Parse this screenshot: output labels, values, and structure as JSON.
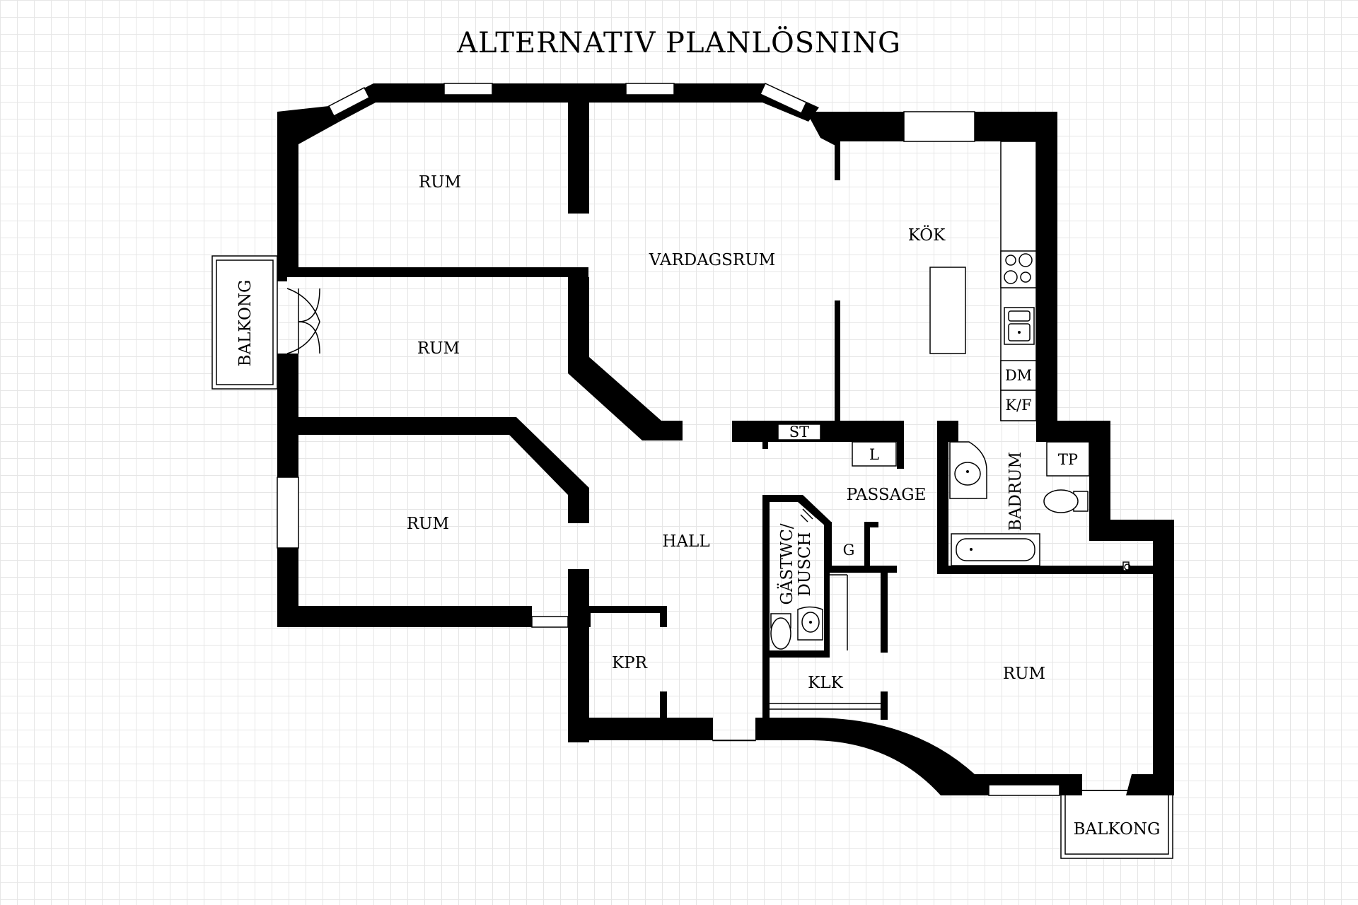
{
  "title": "ALTERNATIV PLANLÖSNING",
  "rooms": {
    "rum_top_left": "RUM",
    "rum_middle_left": "RUM",
    "rum_bottom_left": "RUM",
    "vardagsrum": "VARDAGSRUM",
    "kok": "KÖK",
    "hall": "HALL",
    "passage": "PASSAGE",
    "badrum": "BADRUM",
    "gastwc_line1": "GÄSTWC/",
    "gastwc_line2": "DUSCH",
    "kpr": "KPR",
    "klk": "KLK",
    "rum_bottom_right": "RUM",
    "balkong_left": "BALKONG",
    "balkong_bottom": "BALKONG"
  },
  "fixtures": {
    "dm": "DM",
    "kf": "K/F",
    "st": "ST",
    "l": "L",
    "tp": "TP",
    "g": "G"
  }
}
